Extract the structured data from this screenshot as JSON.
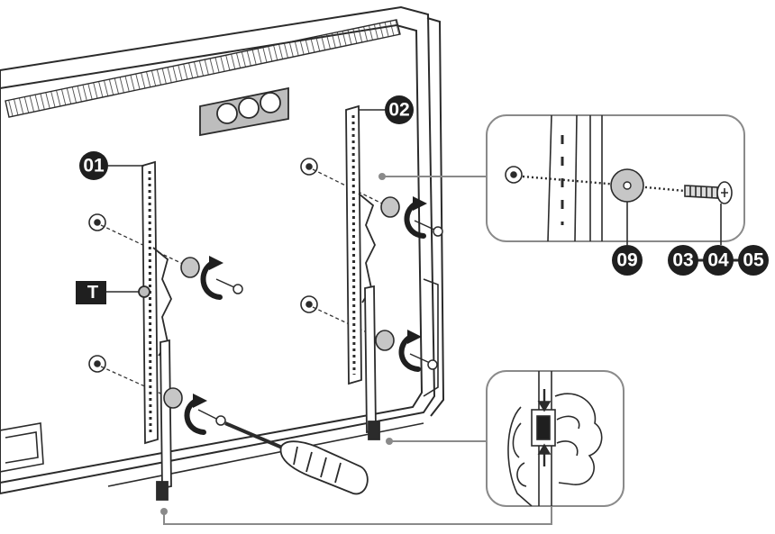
{
  "labels": {
    "bracket_left": "01",
    "bracket_right": "02",
    "tool_marker": "T",
    "washer": "09",
    "screw_1": "03",
    "screw_2": "04",
    "screw_3": "05"
  },
  "colors": {
    "outline": "#2b2b2b",
    "badge": "#1f1f1f",
    "detail_box": "#8a8a8a",
    "washer_fill": "#c6c6c6"
  },
  "icons": {
    "rotate": "clockwise-rotate-arrow-icon",
    "screw": "screw-icon",
    "washer": "washer-icon",
    "screwdriver": "screwdriver-icon",
    "hand": "hand-icon"
  }
}
